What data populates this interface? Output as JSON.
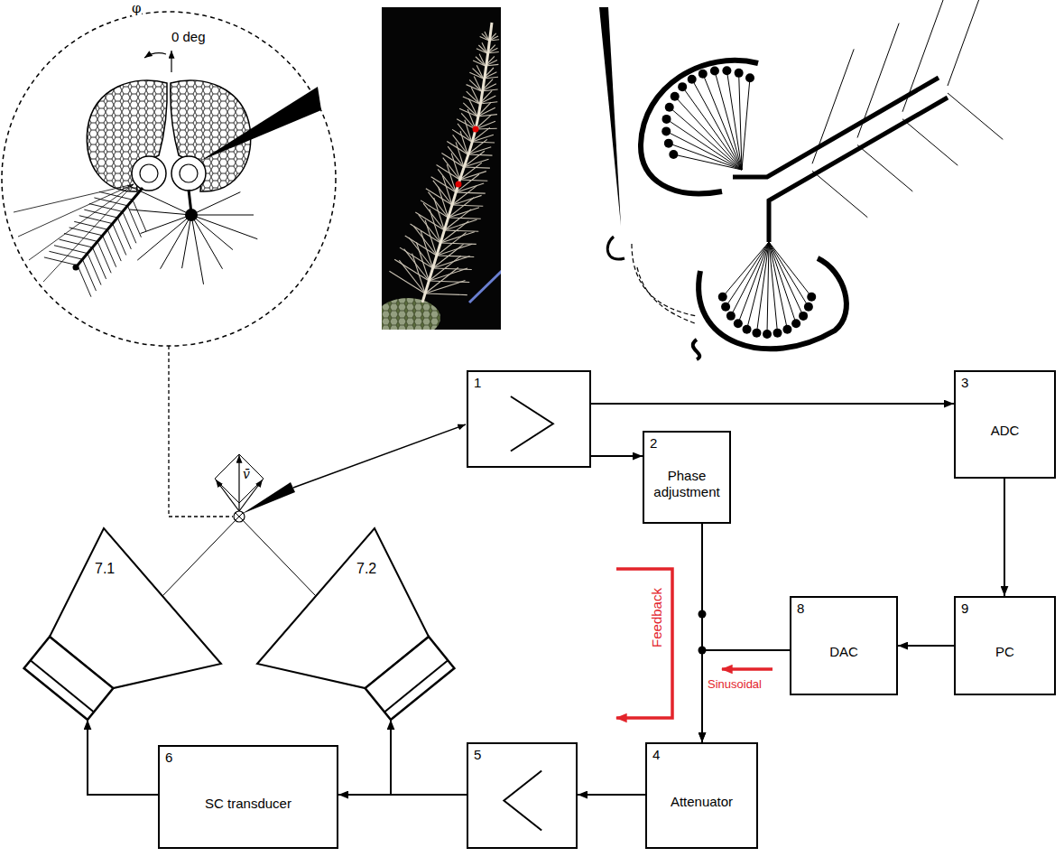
{
  "diagram": {
    "nodes": [
      {
        "text": [
          "1"
        ]
      },
      {
        "text": [
          "2",
          "Phase adjustment"
        ]
      },
      {
        "text": [
          "3",
          "ADC"
        ]
      },
      {
        "text": [
          "4",
          "Attenuator"
        ]
      },
      {
        "text": [
          "5"
        ]
      },
      {
        "text": [
          "6",
          "SC transducer"
        ]
      },
      {
        "text": [
          "7.1"
        ]
      },
      {
        "text": [
          "7.2"
        ]
      },
      {
        "text": [
          "8",
          "DAC"
        ]
      },
      {
        "text": [
          "9",
          "PC"
        ]
      }
    ],
    "edges": [
      {
        "from": 0,
        "to": 2,
        "arrow": "to"
      },
      {
        "from": 0,
        "to": 1,
        "arrow": "to"
      },
      {
        "from": 1,
        "to": 3,
        "arrow": "to"
      },
      {
        "from": 2,
        "to": 9,
        "arrow": "to"
      },
      {
        "from": 9,
        "to": 8,
        "arrow": "to"
      },
      {
        "from": 8,
        "to": 3,
        "arrow": "to"
      },
      {
        "from": 3,
        "to": 4,
        "arrow": "to"
      },
      {
        "from": 4,
        "to": 5,
        "arrow": "to"
      },
      {
        "from": 5,
        "to": 6,
        "arrow": "to"
      },
      {
        "from": 5,
        "to": 7,
        "arrow": "to"
      }
    ],
    "labels": [
      "φ",
      "0 deg",
      "v̄",
      "Feedback",
      "Sinusoidal"
    ]
  }
}
